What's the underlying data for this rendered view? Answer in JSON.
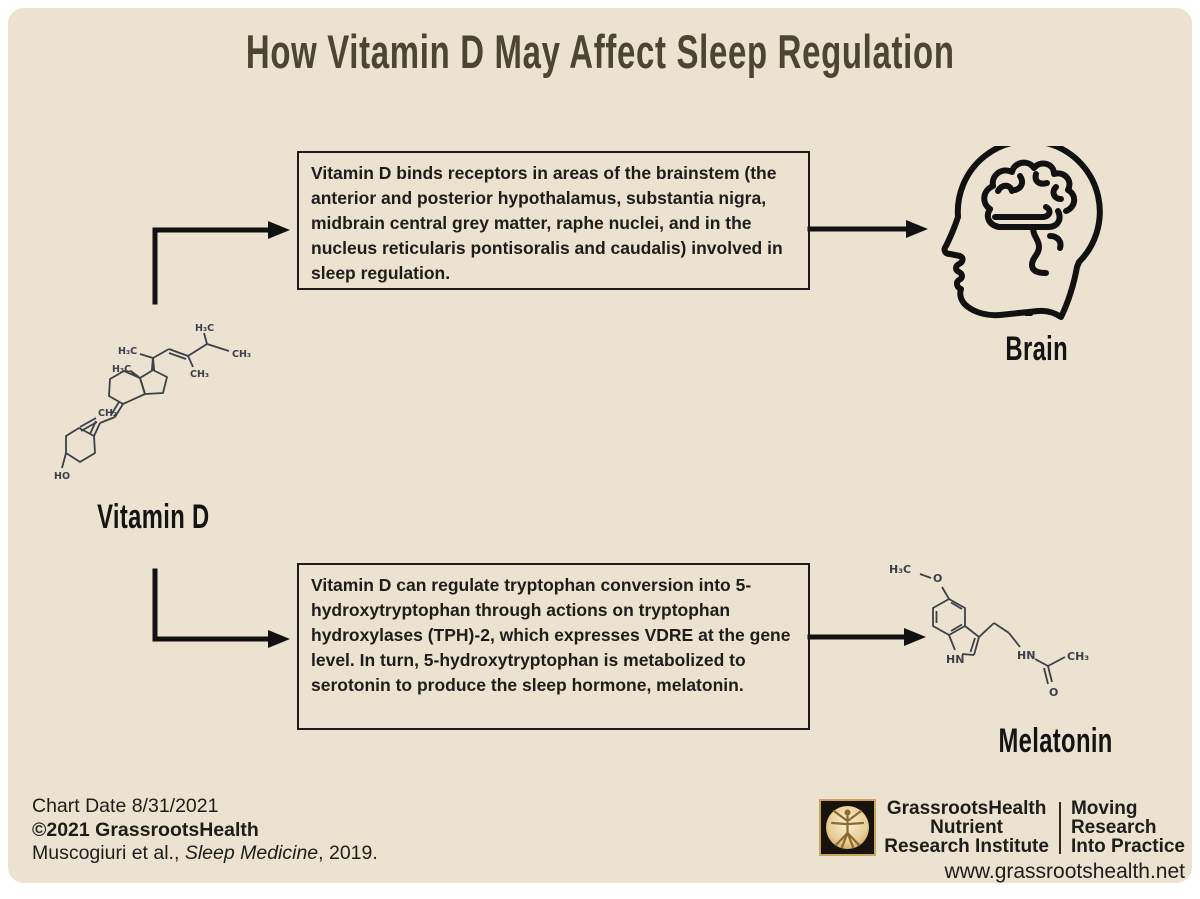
{
  "title": "How Vitamin D May Affect Sleep Regulation",
  "colors": {
    "background": "#ebe2cf",
    "page_margin": "#ffffff",
    "title_text": "#4a4630",
    "ink": "#1d1d1b",
    "arrow_black": "#111111",
    "molecule_line": "#3b404a",
    "logo_gold": "#c8a45c",
    "logo_background": "#19120b"
  },
  "nodes": {
    "vitamin_d": {
      "label": "Vitamin D"
    },
    "brain": {
      "label": "Brain"
    },
    "melatonin": {
      "label": "Melatonin"
    }
  },
  "boxes": {
    "brainstem": {
      "text": "Vitamin D binds receptors in areas of the brainstem (the anterior and posterior hypothalamus, substantia nigra, midbrain central grey matter, raphe nuclei, and in the nucleus reticularis pontisoralis and caudalis) involved in sleep regulation."
    },
    "tryptophan": {
      "text": "Vitamin D can regulate tryptophan conversion into 5-hydroxytryptophan through actions on tryptophan hydroxylases (TPH)-2, which expresses VDRE at the gene level. In turn, 5-hydroxytryptophan is metabolized to serotonin to produce the sleep hormone, melatonin."
    }
  },
  "molecules": {
    "vitamin_d_labels": [
      "H₃C",
      "CH₃",
      "H₃C",
      "CH₃",
      "H₃C",
      "CH₂",
      "HO"
    ],
    "melatonin_labels": [
      "H₃C",
      "O",
      "HN",
      "HN",
      "CH₃",
      "O"
    ]
  },
  "footer": {
    "chart_date": "Chart Date 8/31/2021",
    "copyright": "©2021 GrassrootsHealth",
    "citation_prefix": "Muscogiuri et al., ",
    "citation_journal": "Sleep Medicine",
    "citation_suffix": ", 2019.",
    "logo_org_line1": "GrassrootsHealth",
    "logo_org_line2": "Nutrient",
    "logo_org_line3": "Research Institute",
    "logo_tagline_line1": "Moving",
    "logo_tagline_line2": "Research",
    "logo_tagline_line3": "Into Practice",
    "website": "www.grassrootshealth.net"
  }
}
